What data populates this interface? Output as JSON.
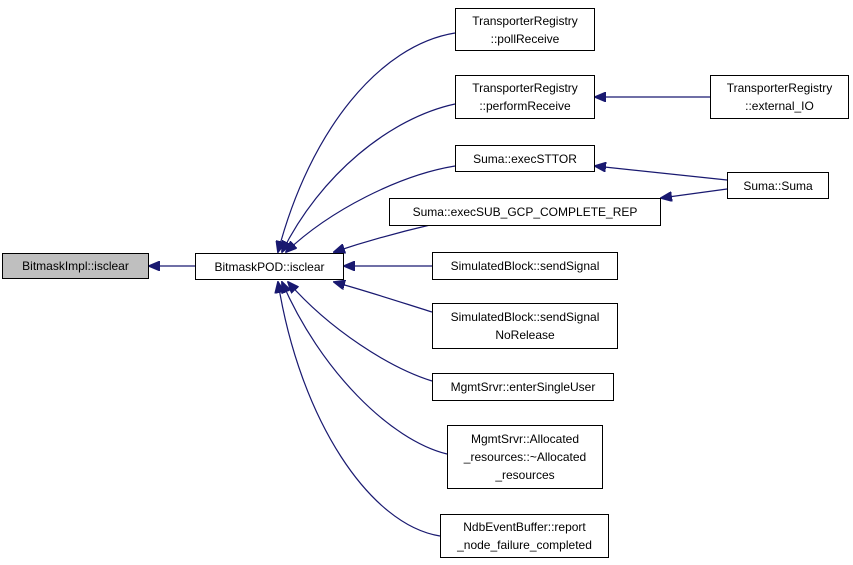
{
  "colors": {
    "edge": "#191970",
    "node_border": "#000000",
    "root_fill": "#bfbfbf",
    "node_fill": "#ffffff"
  },
  "nodes": {
    "bitmaskimpl_isclear": {
      "lines": [
        "BitmaskImpl::isclear"
      ]
    },
    "bitmaskpod_isclear": {
      "lines": [
        "BitmaskPOD::isclear"
      ]
    },
    "poll_receive": {
      "lines": [
        "TransporterRegistry",
        "::pollReceive"
      ]
    },
    "perform_receive": {
      "lines": [
        "TransporterRegistry",
        "::performReceive"
      ]
    },
    "external_io": {
      "lines": [
        "TransporterRegistry",
        "::external_IO"
      ]
    },
    "exec_sttor": {
      "lines": [
        "Suma::execSTTOR"
      ]
    },
    "suma_suma": {
      "lines": [
        "Suma::Suma"
      ]
    },
    "exec_sub_gcp": {
      "lines": [
        "Suma::execSUB_GCP_COMPLETE_REP"
      ]
    },
    "send_signal": {
      "lines": [
        "SimulatedBlock::sendSignal"
      ]
    },
    "send_signal_norelease": {
      "lines": [
        "SimulatedBlock::sendSignal",
        "NoRelease"
      ]
    },
    "enter_single_user": {
      "lines": [
        "MgmtSrvr::enterSingleUser"
      ]
    },
    "allocated_resources": {
      "lines": [
        "MgmtSrvr::Allocated",
        "_resources::~Allocated",
        "_resources"
      ]
    },
    "report_node_failure": {
      "lines": [
        "NdbEventBuffer::report",
        "_node_failure_completed"
      ]
    }
  }
}
